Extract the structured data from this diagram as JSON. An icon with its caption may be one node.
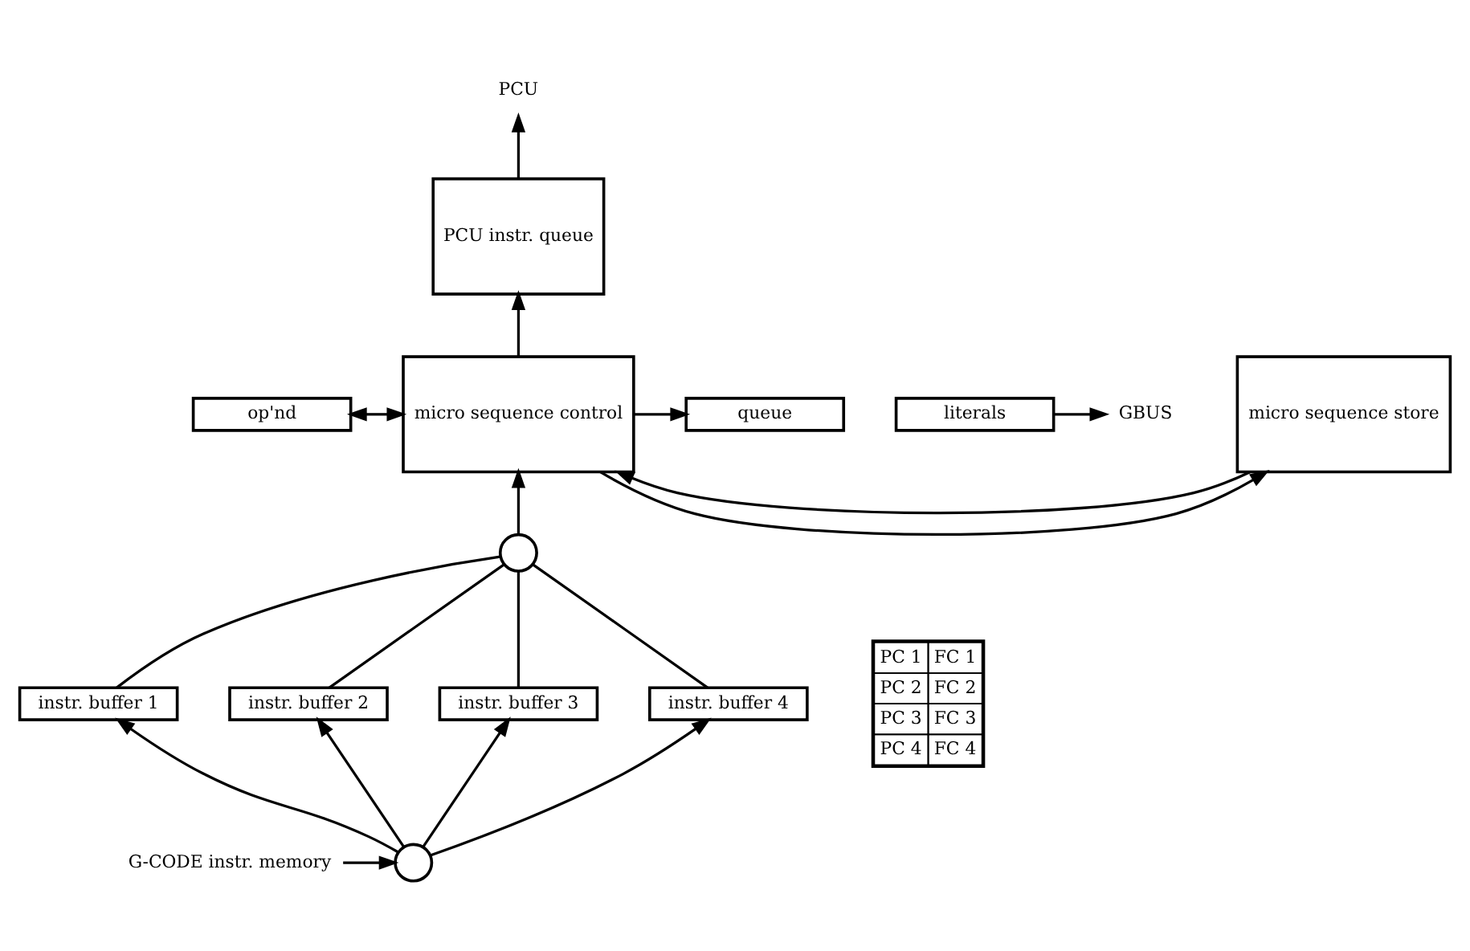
{
  "diagram": {
    "nodes": [
      {
        "text": [
          "PCU"
        ]
      },
      {
        "text": [
          "PCU instr. queue"
        ]
      },
      {
        "text": [
          "op'nd"
        ]
      },
      {
        "text": [
          "micro sequence control"
        ]
      },
      {
        "text": [
          "micro sequence store"
        ]
      },
      {
        "text": [
          "literals"
        ]
      },
      {
        "text": [
          "queue"
        ]
      },
      {
        "text": [
          "GBUS"
        ]
      },
      {
        "text": [],
        "shape": "circle"
      },
      {
        "text": [
          "instr. buffer 1"
        ]
      },
      {
        "text": [
          "instr. buffer 2"
        ]
      },
      {
        "text": [
          "instr. buffer 3"
        ]
      },
      {
        "text": [
          "instr. buffer 4"
        ]
      },
      {
        "text": [],
        "shape": "circle"
      },
      {
        "text": [
          "G-CODE instr. memory"
        ]
      }
    ],
    "edges": [
      {
        "from": 1,
        "to": 0,
        "arrow": "to"
      },
      {
        "from": 3,
        "to": 1,
        "arrow": "to"
      },
      {
        "from": 2,
        "to": 3,
        "arrow": "both"
      },
      {
        "from": 4,
        "to": 3,
        "arrow": "to"
      },
      {
        "from": 3,
        "to": 4,
        "arrow": "to"
      },
      {
        "from": 3,
        "to": 6,
        "arrow": "to"
      },
      {
        "from": 5,
        "to": 7,
        "arrow": "to"
      },
      {
        "from": 8,
        "to": 3,
        "arrow": "to"
      },
      {
        "from": 9,
        "to": 8,
        "arrow": "none"
      },
      {
        "from": 10,
        "to": 8,
        "arrow": "none"
      },
      {
        "from": 11,
        "to": 8,
        "arrow": "none"
      },
      {
        "from": 12,
        "to": 8,
        "arrow": "none"
      },
      {
        "from": 13,
        "to": 9,
        "arrow": "to"
      },
      {
        "from": 13,
        "to": 10,
        "arrow": "to"
      },
      {
        "from": 13,
        "to": 11,
        "arrow": "to"
      },
      {
        "from": 13,
        "to": 12,
        "arrow": "to"
      },
      {
        "from": 14,
        "to": 13,
        "arrow": "to"
      }
    ],
    "labels": [
      "PC 1",
      "FC 1",
      "PC 2",
      "FC 2",
      "PC 3",
      "FC 3",
      "PC 4",
      "FC 4"
    ]
  }
}
